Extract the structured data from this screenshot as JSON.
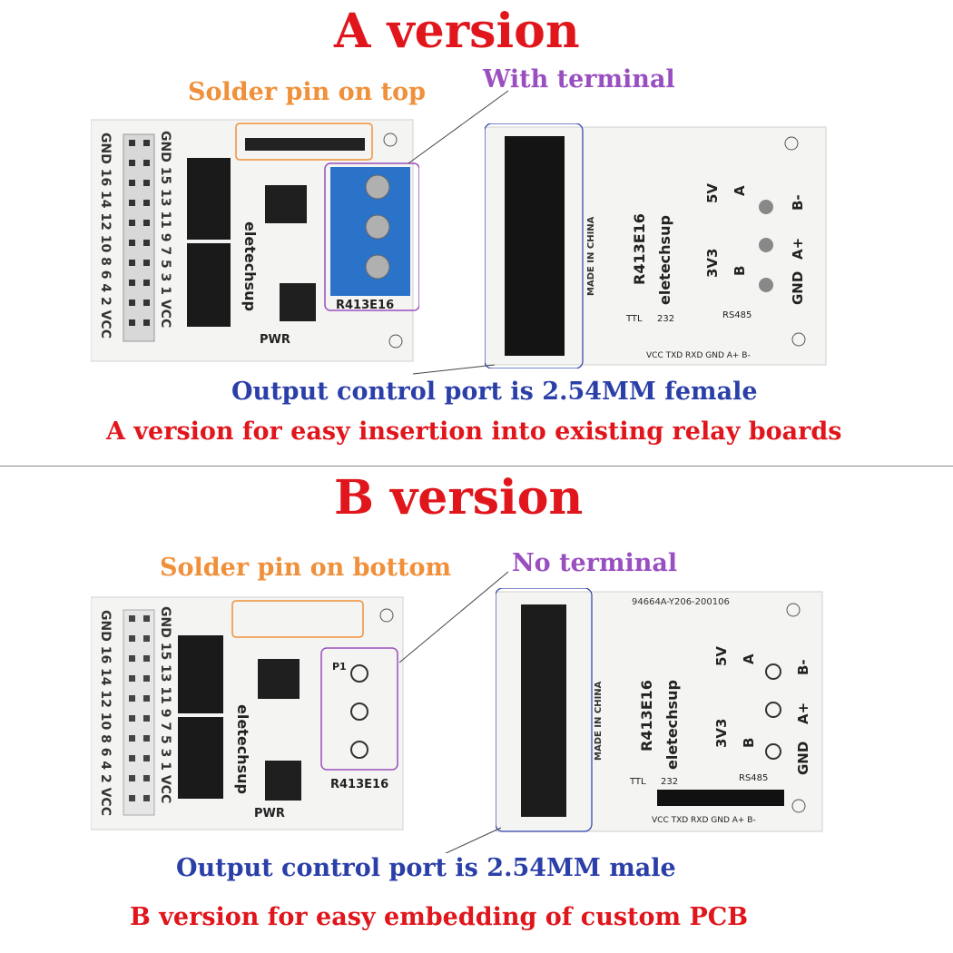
{
  "version_a": {
    "title": "A version",
    "solder_label": "Solder pin on top",
    "terminal_label": "With terminal",
    "port_label": "Output control port is 2.54MM female",
    "usage_label": "A version for easy insertion into existing relay boards"
  },
  "version_b": {
    "title": "B version",
    "solder_label": "Solder pin on bottom",
    "terminal_label": "No terminal",
    "port_label": "Output control port is 2.54MM male",
    "usage_label": "B version for easy embedding of custom PCB"
  },
  "board": {
    "model": "R413E16",
    "brand": "eletechsup",
    "pwr": "PWR",
    "made_in": "MADE IN CHINA",
    "ttl": "TTL",
    "n232": "232",
    "rs485": "RS485",
    "v5": "5V",
    "v33": "3V3",
    "label_a": "A",
    "label_b": "B",
    "label_bminus": "B-",
    "label_aplus": "A+",
    "label_gnd": "GND",
    "bottom_pins": "VCC TXD RXD GND A+ B-",
    "serial": "94664A-Y206-200106",
    "p1": "P1",
    "left_even": "GND 16 14 12 10 8 6 4 2 VCC",
    "left_odd": "GND 15 13 11 9 7 5 3 1 VCC"
  },
  "colors": {
    "title": "#e0161c",
    "orange": "#f0903a",
    "purple": "#9a4fc0",
    "blue": "#2b3fa8",
    "terminal": "#2a73c9"
  }
}
